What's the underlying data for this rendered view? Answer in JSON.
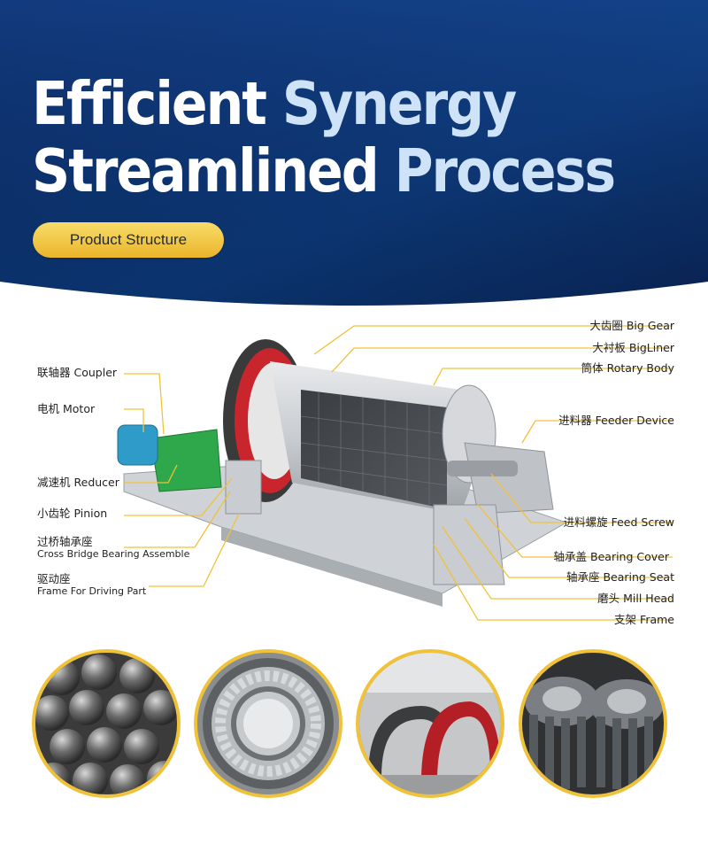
{
  "hero": {
    "title_line1_a": "Efficient",
    "title_line1_b": "Synergy",
    "title_line2_a": "Streamlined",
    "title_line2_b": "Process",
    "badge": "Product Structure"
  },
  "labels_left": [
    {
      "cn": "联轴器",
      "en": "Coupler"
    },
    {
      "cn": "电机",
      "en": "Motor"
    },
    {
      "cn": "减速机",
      "en": "Reducer"
    },
    {
      "cn": "小齿轮",
      "en": "Pinion"
    },
    {
      "cn": "过桥轴承座",
      "en": "Cross Bridge Bearing Assemble"
    },
    {
      "cn": "驱动座",
      "en": "Frame For Driving Part"
    }
  ],
  "labels_right": [
    {
      "cn": "大齿圈",
      "en": "Big Gear"
    },
    {
      "cn": "大衬板",
      "en": "BigLiner"
    },
    {
      "cn": "筒体",
      "en": "Rotary Body"
    },
    {
      "cn": "进料器",
      "en": "Feeder Device"
    },
    {
      "cn": "进料螺旋",
      "en": "Feed Screw"
    },
    {
      "cn": "轴承盖",
      "en": "Bearing Cover"
    },
    {
      "cn": "轴承座",
      "en": "Bearing Seat"
    },
    {
      "cn": "磨头",
      "en": "Mill Head"
    },
    {
      "cn": "支架",
      "en": "Frame"
    }
  ],
  "colors": {
    "accent": "#f0c23a",
    "navy": "#0d2a5e",
    "gear_red": "#c9252c",
    "motor": "#2e9bc9",
    "reducer": "#2ea84a"
  }
}
